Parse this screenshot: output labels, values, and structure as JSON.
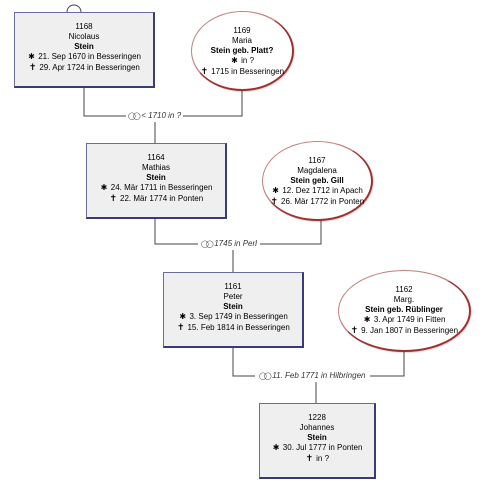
{
  "icons": {
    "birth": "birth-icon",
    "death": "death-icon",
    "marriage": "marriage-rings-icon"
  },
  "colors": {
    "male_fill": "#efefef",
    "male_border": "#3a3a7a",
    "female_border": "#a03030",
    "line": "#444444"
  },
  "people": {
    "p1168": {
      "id": "1168",
      "first": "Nicolaus",
      "last": "Stein",
      "birth": "21. Sep 1670 in Besseringen",
      "death": "29. Apr 1724 in Besseringen"
    },
    "p1169": {
      "id": "1169",
      "first": "Maria",
      "last": "Stein geb. Platt?",
      "birth": "in ?",
      "death": "1715 in Besseringen"
    },
    "p1164": {
      "id": "1164",
      "first": "Mathias",
      "last": "Stein",
      "birth": "24. Mär 1711 in Besseringen",
      "death": "22. Mär 1774 in Ponten"
    },
    "p1167": {
      "id": "1167",
      "first": "Magdalena",
      "last": "Stein geb. Gill",
      "birth": "12. Dez 1712 in Apach",
      "death": "26. Mär 1772 in Ponten"
    },
    "p1161": {
      "id": "1161",
      "first": "Peter",
      "last": "Stein",
      "birth": "3. Sep 1749 in Besseringen",
      "death": "15. Feb 1814 in Besseringen"
    },
    "p1162": {
      "id": "1162",
      "first": "Marg.",
      "last": "Stein geb. Rüblinger",
      "birth": "3. Apr 1749 in Fitten",
      "death": "9. Jan 1807 in Besseringen"
    },
    "p1228": {
      "id": "1228",
      "first": "Johannes",
      "last": "Stein",
      "birth": "30. Jul 1777 in Ponten",
      "death": "in ?"
    }
  },
  "marriages": {
    "m1": "< 1710 in ?",
    "m2": "1745 in Perl",
    "m3": "11. Feb 1771 in Hilbringen"
  }
}
